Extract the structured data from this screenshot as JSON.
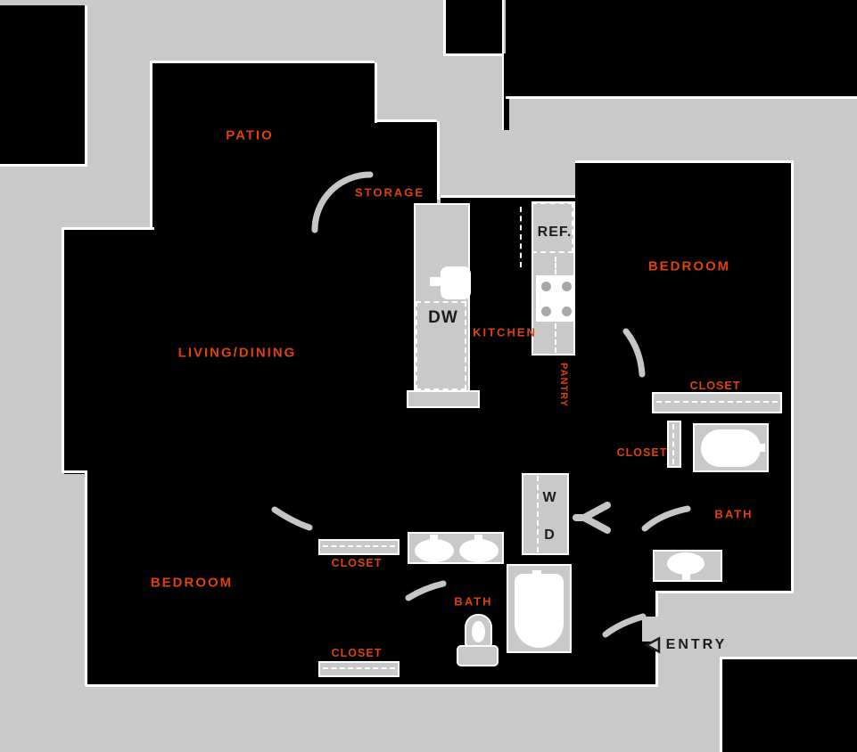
{
  "floorplan": {
    "labels": {
      "patio": "PATIO",
      "storage": "STORAGE",
      "living_dining": "LIVING/DINING",
      "kitchen": "KITCHEN",
      "bedroom_1": "BEDROOM",
      "bedroom_2": "BEDROOM",
      "bath_1": "BATH",
      "bath_2": "BATH",
      "pantry": "PANTRY",
      "closet_hall": "CLOSET",
      "closet_linen": "CLOSET",
      "closet_bedroom2_upper": "CLOSET",
      "closet_bedroom2_lower": "CLOSET",
      "entry": "ENTRY"
    },
    "appliances": {
      "refrigerator": "REF.",
      "dishwasher": "DW",
      "washer": "W",
      "dryer": "D"
    },
    "colors": {
      "background": "#c9c9c9",
      "interior_fill": "#000000",
      "seams": "#ffffff",
      "fixtures": "#c9c9c9",
      "room_label": "#de420a",
      "annotation_text": "#1c1c1c"
    }
  }
}
